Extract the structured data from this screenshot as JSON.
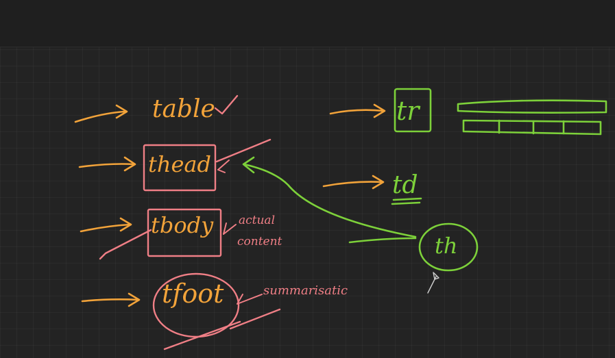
{
  "labels": {
    "table": "table",
    "thead": "thead",
    "tbody": "tbody",
    "tfoot": "tfoot",
    "tr": "tr",
    "td": "td",
    "th": "th"
  },
  "notes": {
    "actual": "actual",
    "content": "content",
    "summarisation": "summarisatic"
  },
  "colors": {
    "orange": "#f2a33a",
    "green": "#7dd13a",
    "pink": "#f07f86",
    "background": "#232323"
  },
  "icons": {
    "cursor": "pen-cursor-icon"
  }
}
